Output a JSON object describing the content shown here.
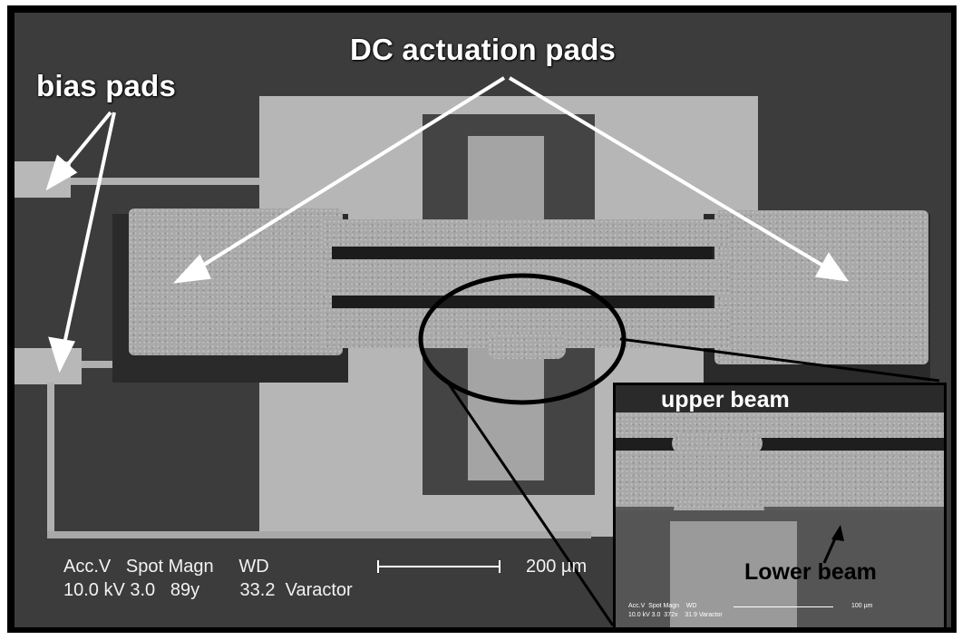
{
  "labels": {
    "bias_pads": "bias pads",
    "dc_actuation_pads": "DC actuation pads",
    "upper_beam": "upper beam",
    "lower_beam": "Lower beam"
  },
  "sem_info": {
    "line1": "Acc.V   Spot Magn     WD",
    "line2": "10.0 kV 3.0   89y        33.2  Varactor",
    "scale": "200 µm"
  },
  "inset_info": {
    "line1": "Acc.V  Spot Magn    WD",
    "line2": "10.0 kV 3.0  372x    31.9 Varactor",
    "scale": "100 µm"
  },
  "colors": {
    "background": "#3c3c3c",
    "substrate": "#b4b4b4",
    "label_text": "#ffffff",
    "frame": "#000000"
  }
}
